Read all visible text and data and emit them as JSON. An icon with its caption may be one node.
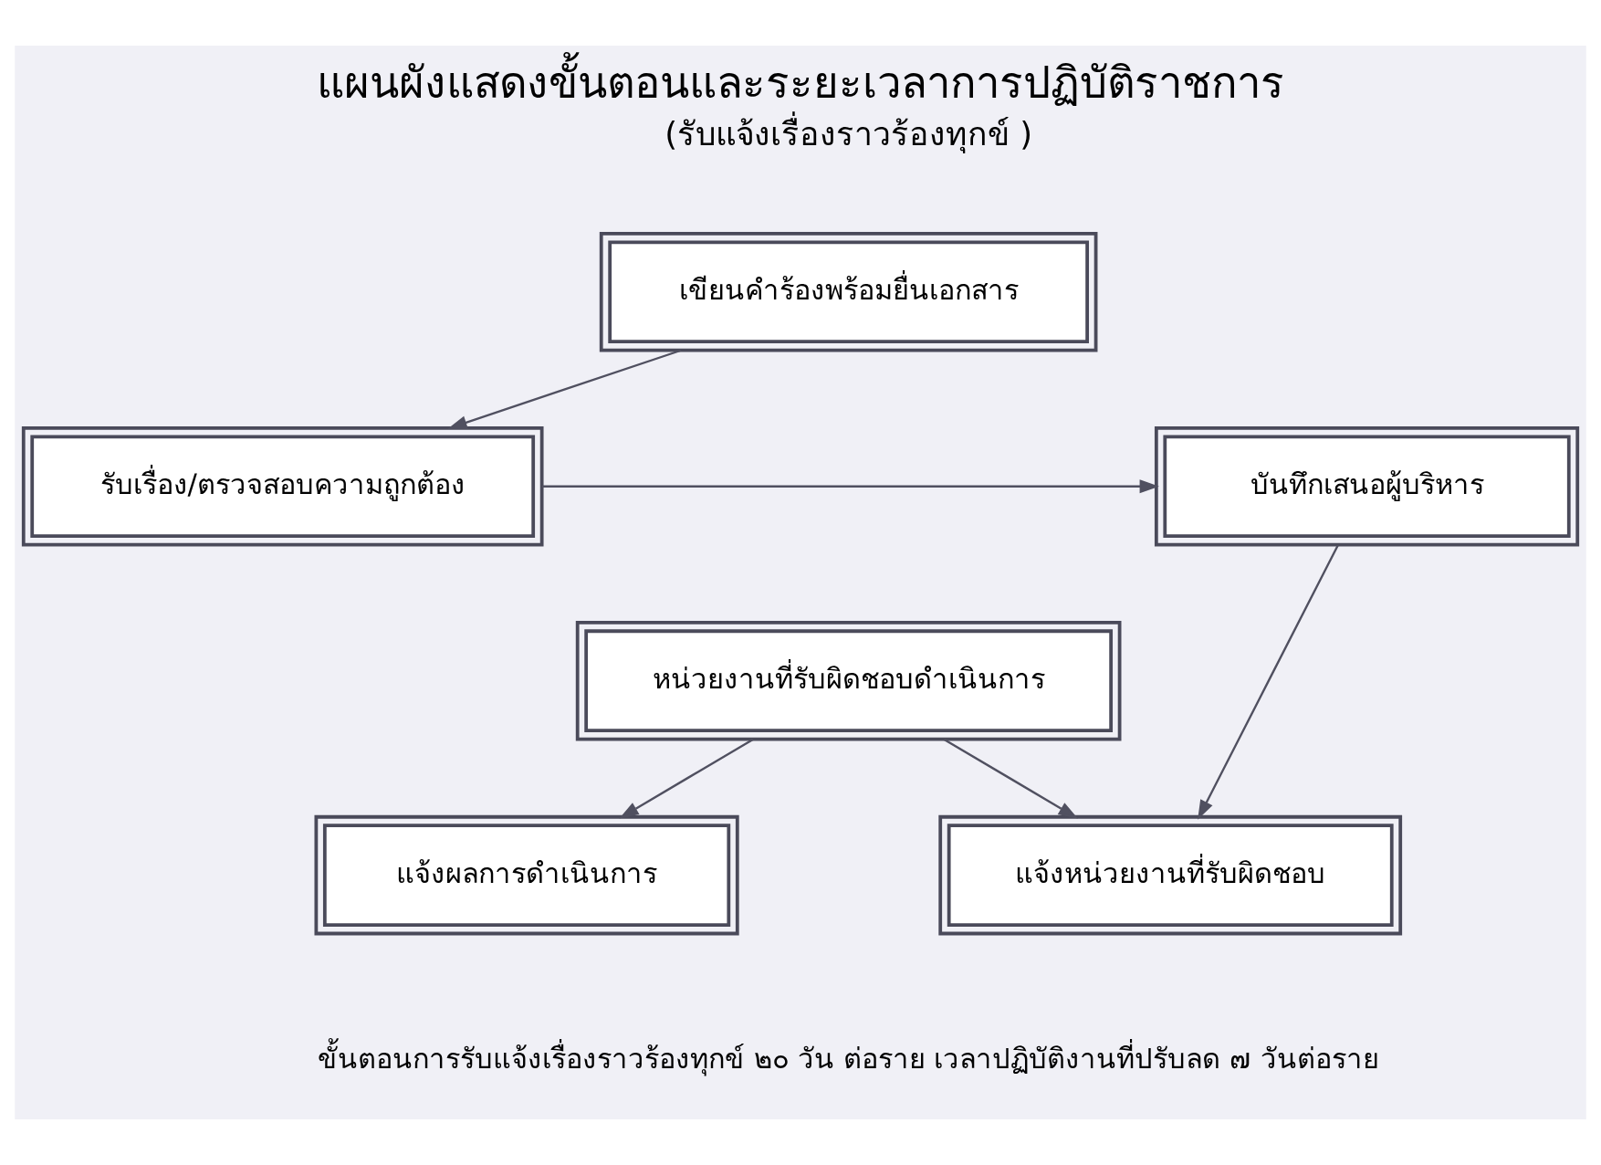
{
  "diagram": {
    "title": "แผนผังแสดงขั้นตอนและระยะเวลาการปฏิบัติราชการ",
    "caption": "ขั้นตอนการรับแจ้งเรื่องราวร้องทุกข์ ๒๐ วัน ต่อราย เวลาปฏิบัติงานที่ปรับลด ๗ วันต่อราย",
    "nodes": [
      {
        "text": [
          "เขียนคำร้องพร้อมยื่นเอกสาร"
        ]
      },
      {
        "text": [
          "รับเรื่อง/ตรวจสอบความถูกต้อง"
        ]
      },
      {
        "text": [
          "บันทึกเสนอผู้บริหาร"
        ]
      },
      {
        "text": [
          "หน่วยงานที่รับผิดชอบดำเนินการ"
        ]
      },
      {
        "text": [
          "แจ้งผลการดำเนินการ"
        ]
      },
      {
        "text": [
          "แจ้งหน่วยงานที่รับผิดชอบ"
        ]
      }
    ],
    "edges": [
      {
        "from": 0,
        "to": 1,
        "arrow": "to"
      },
      {
        "from": 1,
        "to": 2,
        "arrow": "to"
      },
      {
        "from": 2,
        "to": 5,
        "arrow": "to"
      },
      {
        "from": 3,
        "to": 4,
        "arrow": "to"
      },
      {
        "from": 3,
        "to": 5,
        "arrow": "to"
      }
    ],
    "labels": [
      "(รับแจ้งเรื่องราวร้องทุกข์ )"
    ]
  }
}
